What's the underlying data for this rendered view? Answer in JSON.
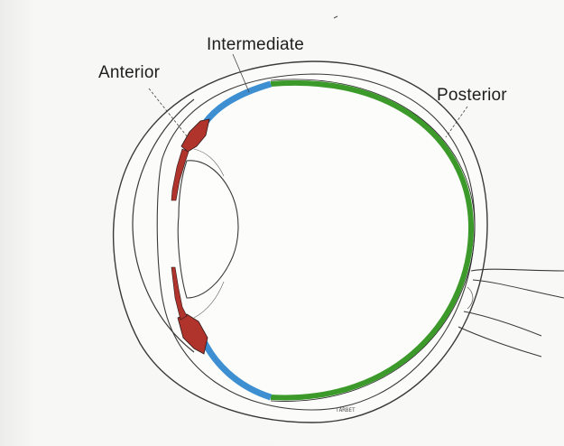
{
  "labels": {
    "anterior": "Anterior",
    "intermediate": "Intermediate",
    "posterior": "Posterior"
  },
  "fine_print": "TARBET",
  "colors": {
    "anterior_region": "#b0332c",
    "intermediate_region": "#3d8fd2",
    "posterior_region": "#3c9a2a",
    "outline": "#3a3a3a",
    "background": "#f7f7f5"
  }
}
